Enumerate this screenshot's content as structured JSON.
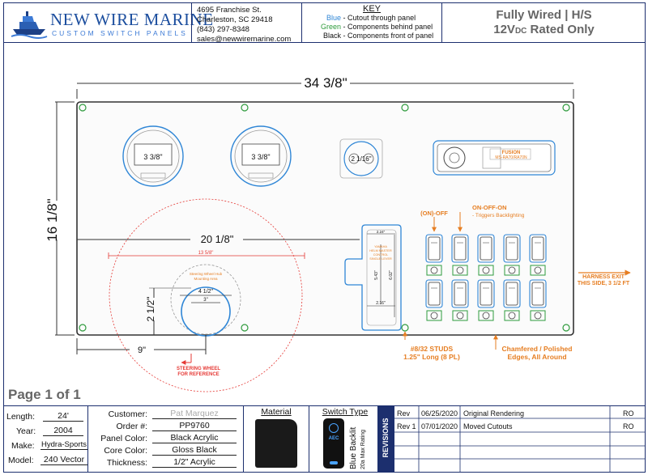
{
  "header": {
    "logo_title": "NEW WIRE MARINE",
    "logo_subtitle": "CUSTOM SWITCH PANELS",
    "address": [
      "4695 Franchise St.",
      "Charleston, SC 29418",
      "(843) 297-8348",
      "sales@newwiremarine.com"
    ],
    "key": {
      "title": "KEY",
      "rows": [
        {
          "name": "Blue",
          "desc": "- Cutout through panel",
          "color": "#2f86d6"
        },
        {
          "name": "Green",
          "desc": "- Components behind panel",
          "color": "#2e9b3c"
        },
        {
          "name": "Black",
          "desc": "- Components front of panel",
          "color": "#111111"
        }
      ]
    },
    "right_line1": "Fully Wired | H/S",
    "right_line2_pre": "12V",
    "right_line2_sub": "DC",
    "right_line2_post": " Rated Only"
  },
  "drawing": {
    "width_dim": "34 3/8\"",
    "height_dim": "16 1/8\"",
    "gauge1_label": "3 3/8\"",
    "gauge2_label": "3 3/8\"",
    "usb_label": "2 1/16\"",
    "stereo_brand": "FUSION",
    "stereo_model": "MS-RA70/RA70N",
    "steering_offset_dim": "20 1/8\"",
    "steering_vertical_dim": "2 1/2\"",
    "steering_horizontal_dim": "9\"",
    "steering_circle_dim": "13 5/8\"",
    "steering_hole_outer_dim": "4 1/2\"",
    "steering_hole_inner_dim": "3\"",
    "steering_note_1": "Steering Wheel Hub",
    "steering_note_2": "Mounting Area",
    "steering_label_1": "STEERING WHEEL",
    "steering_label_2": "FOR REFERENCE",
    "remote_top_dim": "2.24\"",
    "remote_left_dim": "5.43\"",
    "remote_right_dim": "6.02\"",
    "remote_bottom_dim": "2.16\"",
    "remote_label": [
      "YAMAHA",
      "HELM MASTER",
      "CONTROL",
      "SINGLE LEVER"
    ],
    "on_off_label": "(ON)-OFF",
    "on_off_on_label": "ON-OFF-ON",
    "backlight_note": "- Triggers Backlighting",
    "harness_label_1": "HARNESS EXIT",
    "harness_label_2": "THIS SIDE, 3 1/2 FT",
    "studs_label_1": "#8/32 STUDS",
    "studs_label_2": "1.25\" Long (8 PL)",
    "edges_label_1": "Chamfered / Polished",
    "edges_label_2": "Edges, All Around"
  },
  "page_label": "Page 1 of 1",
  "specs": {
    "length_label": "Length:",
    "length": "24'",
    "year_label": "Year:",
    "year": "2004",
    "make_label": "Make:",
    "make": "Hydra-Sports",
    "model_label": "Model:",
    "model": "240 Vector"
  },
  "order": {
    "customer_label": "Customer:",
    "customer": "Pat Marquez",
    "order_label": "Order #:",
    "order": "PP9760",
    "panel_color_label": "Panel Color:",
    "panel_color": "Black Acrylic",
    "core_color_label": "Core Color:",
    "core_color": "Gloss Black",
    "thickness_label": "Thickness:",
    "thickness": "1/2\" Acrylic"
  },
  "material": {
    "title": "Material"
  },
  "switch_type": {
    "title": "Switch Type",
    "label_1": "Blue Backlit",
    "label_2": "20a Max Rating",
    "switch_text": "AEC"
  },
  "revisions": {
    "side_label": "REVISIONS",
    "rows": [
      {
        "rev": "Rev",
        "date": "06/25/2020",
        "desc": "Original Rendering",
        "by": "RO"
      },
      {
        "rev": "Rev 1",
        "date": "07/01/2020",
        "desc": "Moved Cutouts",
        "by": "RO"
      }
    ]
  },
  "colors": {
    "brand": "#1c2f6e",
    "cutout_blue": "#2f86d6",
    "behind_green": "#2e9b3c",
    "callout_orange": "#e67e22",
    "steering_red": "#e53935"
  }
}
